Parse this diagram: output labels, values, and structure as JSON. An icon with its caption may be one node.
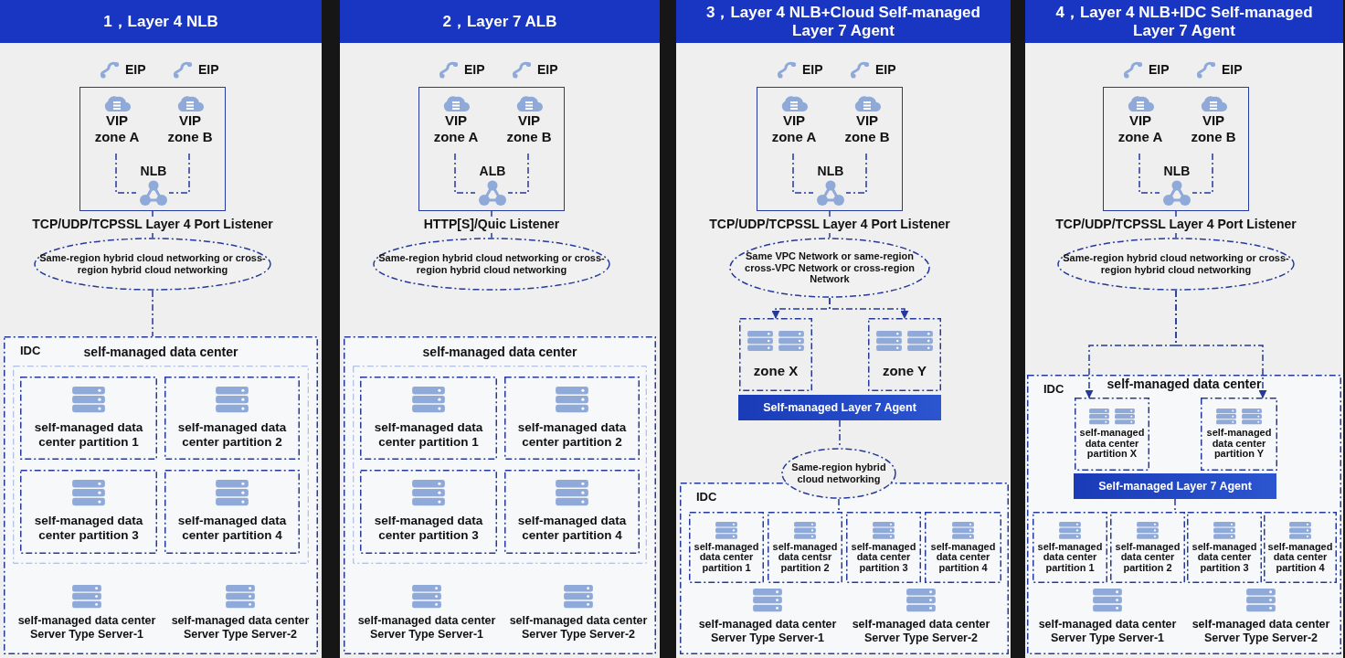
{
  "diagram": {
    "nodes": [
      {
        "text": [
          "1，Layer 4 NLB"
        ]
      },
      {
        "text": [],
        "shape": "box",
        "in": 0
      },
      {
        "text": [
          "VIP zone A"
        ],
        "in": 1
      },
      {
        "text": [
          "VIP zone B"
        ],
        "in": 1
      },
      {
        "text": [
          "NLB"
        ],
        "in": 1
      },
      {
        "text": [
          "TCP/UDP/TCPSSL Layer 4 Port Listener"
        ],
        "in": 0
      },
      {
        "text": [
          "Same-region hybrid cloud networking or cross-region hybrid cloud networking"
        ],
        "in": 0
      },
      {
        "text": [
          "IDC",
          "self-managed data center"
        ],
        "in": 0
      },
      {
        "text": [],
        "shape": "box",
        "in": 7
      },
      {
        "text": [
          "self-managed data center partition 1"
        ],
        "in": 8
      },
      {
        "text": [
          "self-managed data center partition 2"
        ],
        "in": 8
      },
      {
        "text": [
          "self-managed data center partition 3"
        ],
        "in": 8
      },
      {
        "text": [
          "self-managed data center partition 4"
        ],
        "in": 8
      },
      {
        "text": [
          "self-managed data center Server Type Server-1"
        ],
        "in": 7
      },
      {
        "text": [
          "self-managed data center Server Type Server-2"
        ],
        "in": 7
      },
      {
        "text": [
          "2，Layer 7 ALB"
        ]
      },
      {
        "text": [],
        "shape": "box",
        "in": 15
      },
      {
        "text": [
          "VIP zone A"
        ],
        "in": 16
      },
      {
        "text": [
          "VIP zone B"
        ],
        "in": 16
      },
      {
        "text": [
          "ALB"
        ],
        "in": 16
      },
      {
        "text": [
          "HTTP[S]/Quic Listener"
        ],
        "in": 15
      },
      {
        "text": [
          "Same-region hybrid cloud networking or cross-region hybrid cloud networking"
        ],
        "in": 15
      },
      {
        "text": [
          "self-managed data center"
        ],
        "in": 15
      },
      {
        "text": [],
        "shape": "box",
        "in": 22
      },
      {
        "text": [
          "self-managed data center partition 1"
        ],
        "in": 23
      },
      {
        "text": [
          "self-managed data center partition 2"
        ],
        "in": 23
      },
      {
        "text": [
          "self-managed data center partition 3"
        ],
        "in": 23
      },
      {
        "text": [
          "self-managed data center partition 4"
        ],
        "in": 23
      },
      {
        "text": [
          "self-managed data center Server Type Server-1"
        ],
        "in": 22
      },
      {
        "text": [
          "self-managed data center Server Type Server-2"
        ],
        "in": 22
      },
      {
        "text": [
          "3，Layer 4 NLB+Cloud Self-managed Layer 7 Agent"
        ]
      },
      {
        "text": [],
        "shape": "box",
        "in": 30
      },
      {
        "text": [
          "VIP zone A"
        ],
        "in": 31
      },
      {
        "text": [
          "VIP zone B"
        ],
        "in": 31
      },
      {
        "text": [
          "NLB"
        ],
        "in": 31
      },
      {
        "text": [
          "TCP/UDP/TCPSSL Layer 4 Port Listener"
        ],
        "in": 30
      },
      {
        "text": [
          "Same VPC Network or same-region cross-VPC Network or cross-region Network"
        ],
        "in": 30
      },
      {
        "text": [
          "zone X"
        ],
        "in": 30
      },
      {
        "text": [
          "zone Y"
        ],
        "in": 30
      },
      {
        "text": [
          "Self-managed Layer 7 Agent"
        ],
        "in": 30
      },
      {
        "text": [
          "Same-region hybrid cloud networking"
        ],
        "in": 30
      },
      {
        "text": [
          "IDC"
        ],
        "in": 30
      },
      {
        "text": [
          "self-managed data center partition 1"
        ],
        "in": 41
      },
      {
        "text": [
          "self-managed data centsr partition 2"
        ],
        "in": 41
      },
      {
        "text": [
          "self-managed data center partition 3"
        ],
        "in": 41
      },
      {
        "text": [
          "self-managed data center partition 4"
        ],
        "in": 41
      },
      {
        "text": [
          "self-managed data center Server Type Server-1"
        ],
        "in": 41
      },
      {
        "text": [
          "self-managed data center Server Type Server-2"
        ],
        "in": 41
      },
      {
        "text": [
          "4，Layer 4 NLB+IDC Self-managed Layer 7 Agent"
        ]
      },
      {
        "text": [],
        "shape": "box",
        "in": 48
      },
      {
        "text": [
          "VIP zone A"
        ],
        "in": 49
      },
      {
        "text": [
          "VIP zone B"
        ],
        "in": 49
      },
      {
        "text": [
          "NLB"
        ],
        "in": 49
      },
      {
        "text": [
          "TCP/UDP/TCPSSL Layer 4 Port Listener"
        ],
        "in": 48
      },
      {
        "text": [
          "Same-region hybrid cloud networking or cross-region hybrid cloud networking"
        ],
        "in": 48
      },
      {
        "text": [
          "IDC",
          "self-managed data center"
        ],
        "in": 48
      },
      {
        "text": [
          "self-managed data center partition X"
        ],
        "in": 55
      },
      {
        "text": [
          "self-managed data center partition Y"
        ],
        "in": 55
      },
      {
        "text": [
          "Self-managed Layer 7 Agent"
        ],
        "in": 55
      },
      {
        "text": [
          "self-managed data center partition 1"
        ],
        "in": 55
      },
      {
        "text": [
          "self-managed data center partition 2"
        ],
        "in": 55
      },
      {
        "text": [
          "self-managed data center partition 3"
        ],
        "in": 55
      },
      {
        "text": [
          "self-managed data center partition 4"
        ],
        "in": 55
      },
      {
        "text": [
          "self-managed data center Server Type Server-1"
        ],
        "in": 55
      },
      {
        "text": [
          "self-managed data center Server Type Server-2"
        ],
        "in": 55
      }
    ],
    "edges": [
      {
        "from": 2,
        "to": 4,
        "arrow": "none"
      },
      {
        "from": 3,
        "to": 4,
        "arrow": "none"
      },
      {
        "from": 1,
        "to": 5,
        "arrow": "none"
      },
      {
        "from": 5,
        "to": 6,
        "arrow": "none"
      },
      {
        "from": 6,
        "to": 7,
        "arrow": "none"
      },
      {
        "from": 17,
        "to": 19,
        "arrow": "none"
      },
      {
        "from": 18,
        "to": 19,
        "arrow": "none"
      },
      {
        "from": 16,
        "to": 20,
        "arrow": "none"
      },
      {
        "from": 20,
        "to": 21,
        "arrow": "none"
      },
      {
        "from": 32,
        "to": 34,
        "arrow": "none"
      },
      {
        "from": 33,
        "to": 34,
        "arrow": "none"
      },
      {
        "from": 31,
        "to": 35,
        "arrow": "none"
      },
      {
        "from": 35,
        "to": 36,
        "arrow": "none"
      },
      {
        "from": 36,
        "to": 37,
        "arrow": "to"
      },
      {
        "from": 36,
        "to": 38,
        "arrow": "to"
      },
      {
        "from": 39,
        "to": 40,
        "arrow": "none"
      },
      {
        "from": 40,
        "to": 43,
        "arrow": "none"
      },
      {
        "from": 50,
        "to": 52,
        "arrow": "none"
      },
      {
        "from": 51,
        "to": 52,
        "arrow": "none"
      },
      {
        "from": 49,
        "to": 53,
        "arrow": "none"
      },
      {
        "from": 53,
        "to": 54,
        "arrow": "none"
      },
      {
        "from": 54,
        "to": 56,
        "arrow": "to"
      },
      {
        "from": 54,
        "to": 57,
        "arrow": "to"
      },
      {
        "from": 58,
        "to": 60,
        "arrow": "none"
      }
    ],
    "labels": [
      "EIP",
      "EIP",
      "EIP",
      "EIP",
      "EIP",
      "EIP",
      "EIP",
      "EIP"
    ]
  }
}
